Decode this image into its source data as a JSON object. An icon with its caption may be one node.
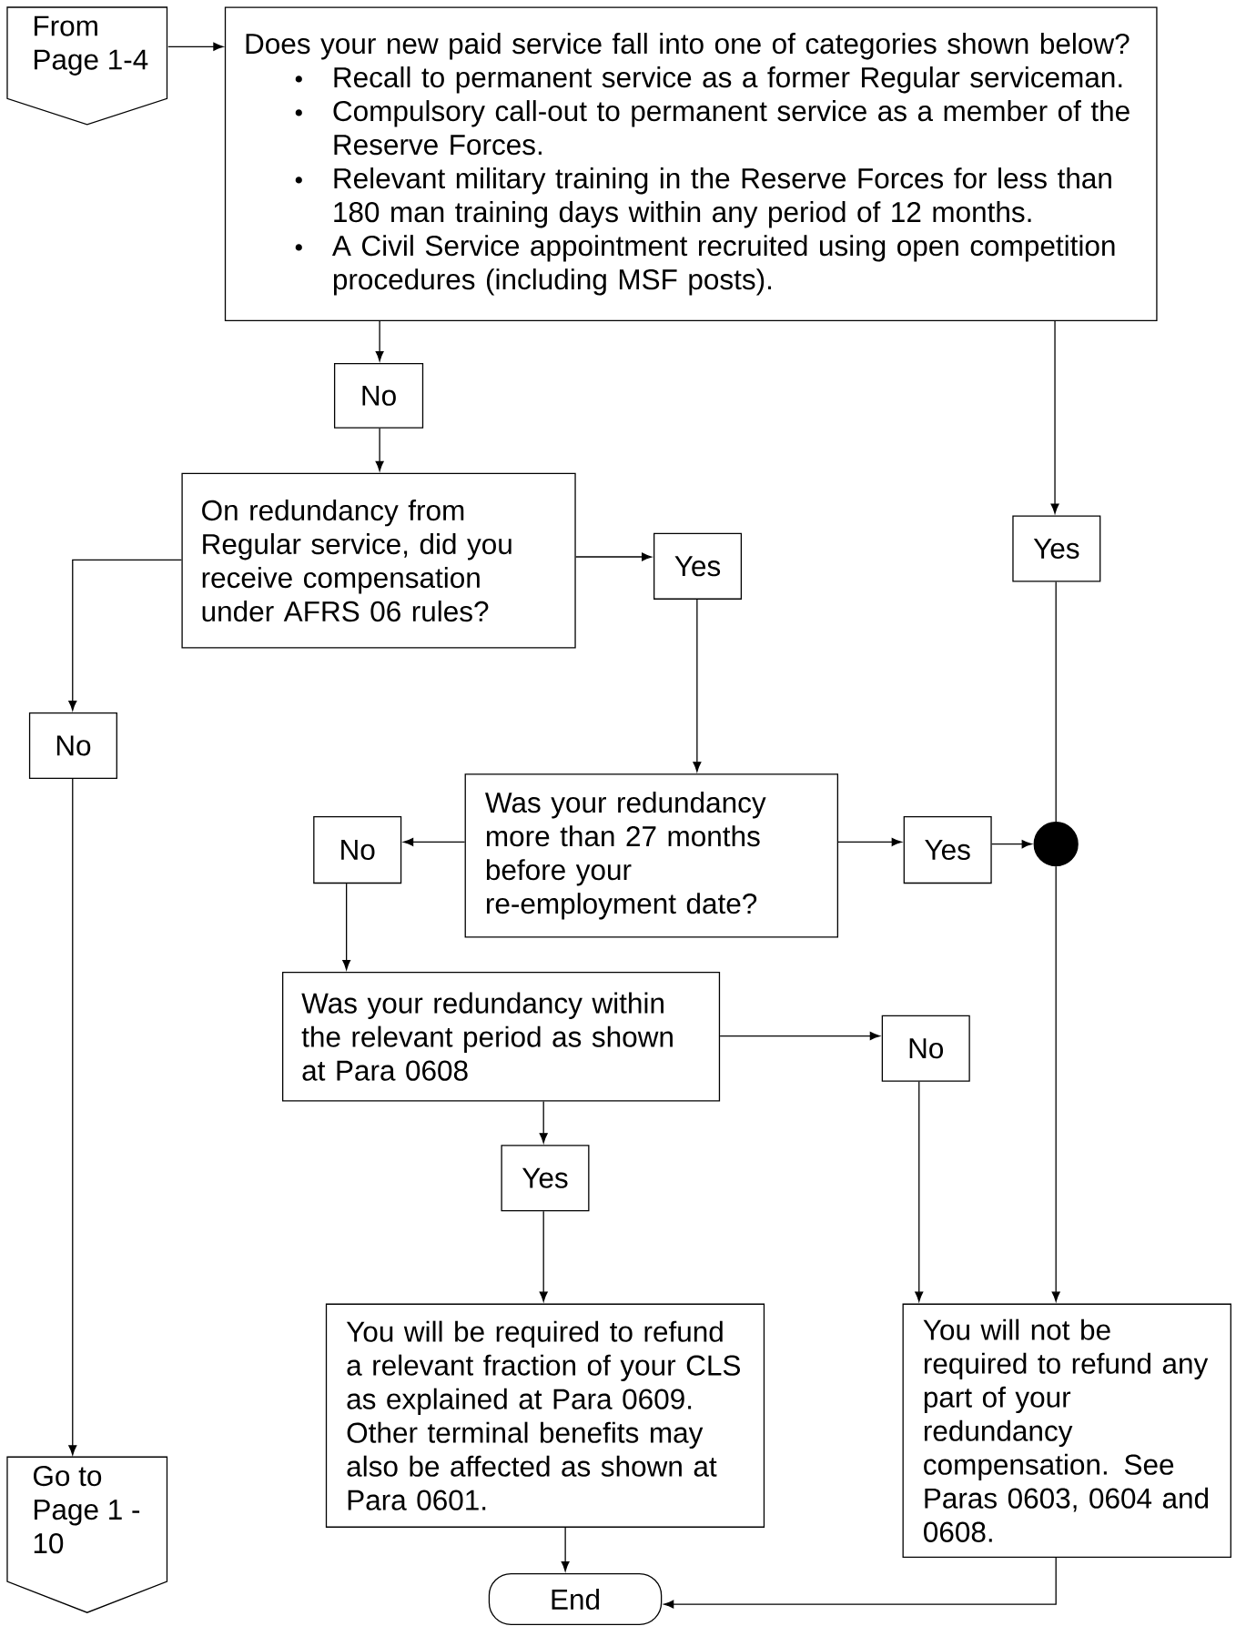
{
  "diagram": {
    "nodes": [
      {
        "text": [
          "From Page 1-4"
        ]
      },
      {
        "text": [
          "Does your new paid service fall into one of categories shown below?",
          "Recall to permanent service as a former Regular serviceman.",
          "Compulsory call-out to permanent service as a member of the Reserve Forces.",
          "Relevant military training in the Reserve Forces for less than 180 man training days within any period of 12 months.",
          "A Civil Service appointment recruited using open competition procedures (including MSF posts)."
        ]
      },
      {
        "text": [
          "No"
        ]
      },
      {
        "text": [
          "On redundancy from Regular service, did you receive compensation under AFRS 06 rules?"
        ]
      },
      {
        "text": [
          "Yes"
        ]
      },
      {
        "text": [
          "Yes"
        ]
      },
      {
        "text": [
          "No"
        ]
      },
      {
        "text": [
          "Was your redundancy more than 27 months before your re-employment date?"
        ]
      },
      {
        "text": [
          "No"
        ]
      },
      {
        "text": [
          "Yes"
        ]
      },
      {
        "text": [],
        "shape": "circle"
      },
      {
        "text": [
          "Was your redundancy within the relevant period as shown at Para 0608"
        ]
      },
      {
        "text": [
          "No"
        ]
      },
      {
        "text": [
          "Yes"
        ]
      },
      {
        "text": [
          "You will be required to refund a relevant fraction of your CLS as explained at Para 0609. Other terminal benefits may also be affected as shown at Para 0601."
        ]
      },
      {
        "text": [
          "You will not be required to refund any part of your redundancy compensation. See Paras 0603, 0604 and 0608."
        ]
      },
      {
        "text": [
          "Go to Page 1 - 10"
        ]
      },
      {
        "text": [
          "End"
        ]
      }
    ],
    "edges": [
      {
        "from": 0,
        "to": 1,
        "arrow": "to"
      },
      {
        "from": 1,
        "to": 2,
        "arrow": "to"
      },
      {
        "from": 2,
        "to": 3,
        "arrow": "to"
      },
      {
        "from": 1,
        "to": 5,
        "arrow": "to"
      },
      {
        "from": 3,
        "to": 4,
        "arrow": "to"
      },
      {
        "from": 3,
        "to": 6,
        "arrow": "to"
      },
      {
        "from": 4,
        "to": 7,
        "arrow": "to"
      },
      {
        "from": 7,
        "to": 8,
        "arrow": "to"
      },
      {
        "from": 7,
        "to": 9,
        "arrow": "to"
      },
      {
        "from": 9,
        "to": 10,
        "arrow": "to"
      },
      {
        "from": 5,
        "to": 10,
        "arrow": "none"
      },
      {
        "from": 10,
        "to": 15,
        "arrow": "to"
      },
      {
        "from": 8,
        "to": 11,
        "arrow": "to"
      },
      {
        "from": 11,
        "to": 12,
        "arrow": "to"
      },
      {
        "from": 11,
        "to": 13,
        "arrow": "to"
      },
      {
        "from": 12,
        "to": 15,
        "arrow": "to"
      },
      {
        "from": 13,
        "to": 14,
        "arrow": "to"
      },
      {
        "from": 6,
        "to": 16,
        "arrow": "to"
      },
      {
        "from": 14,
        "to": 17,
        "arrow": "to"
      },
      {
        "from": 15,
        "to": 17,
        "arrow": "to"
      }
    ]
  }
}
